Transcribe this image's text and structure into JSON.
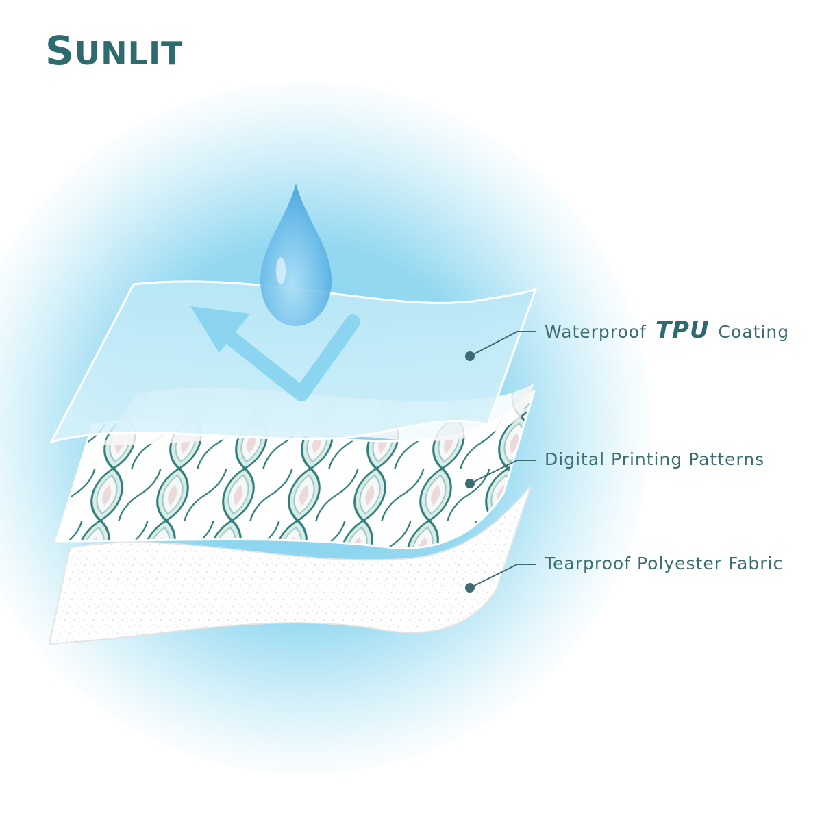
{
  "brand": {
    "logo_first": "S",
    "logo_rest": "UNLIT"
  },
  "labels": {
    "tpu": {
      "before": "Waterproof",
      "emphasis": "TPU",
      "after": "Coating"
    },
    "print": "Digital Printing Patterns",
    "fabric": "Tearproof Polyester Fabric"
  },
  "colors": {
    "brand": "#2e6b6e",
    "water": "#7cc6ee",
    "glow": "#8fd6ef"
  },
  "icons": [
    "water-drop-icon",
    "bounce-arrow-icon"
  ]
}
